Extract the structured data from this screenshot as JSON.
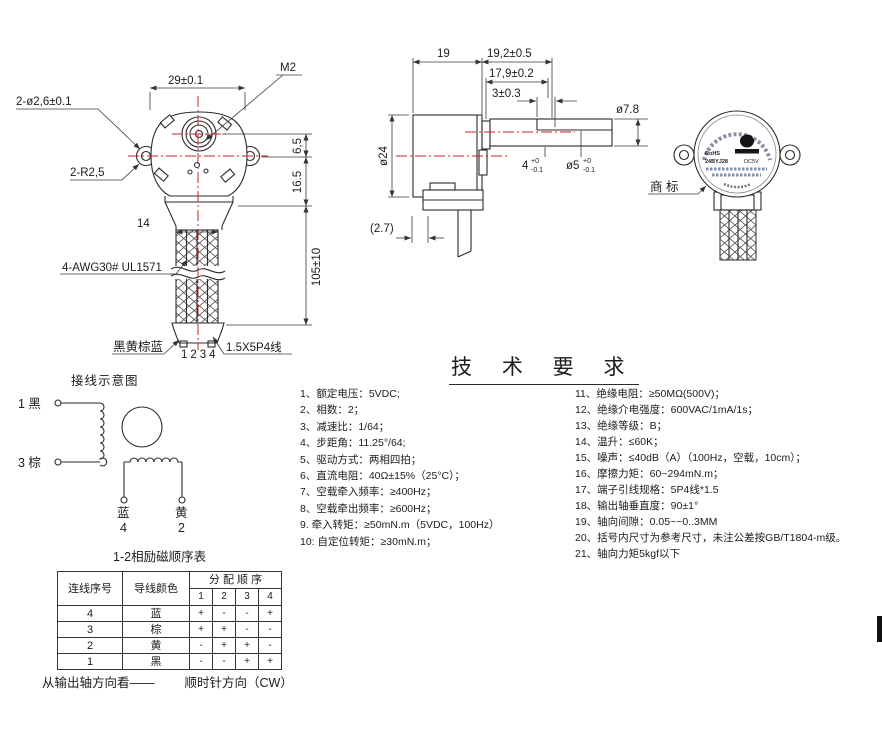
{
  "front_view": {
    "dim_body_width": "29±0.1",
    "screw": "M2",
    "holes": "2-ø2,6±0.1",
    "fillet": "2-R2,5",
    "dim_shaft_offset": "6,5",
    "dim_body_half": "16.5",
    "dim_wire_length": "105±10",
    "dim_wire_span": "14",
    "wire_spec": "4-AWG30# UL1571",
    "wire_colors": "黑黄棕蓝",
    "pin_numbers": "1234",
    "connector_spec": "1.5X5P4线"
  },
  "side_view": {
    "dim_body_depth": "19",
    "dim_shaft_total": "19,2±0.5",
    "dim_shaft_len": "17,9±0.2",
    "dim_flat_len": "3±0.3",
    "dim_bushing_dia": "ø7.8",
    "dim_body_dia": "ø24",
    "dim_ref": "(2.7)",
    "dim_flat": "4",
    "dim_flat_tol_up": "+0",
    "dim_flat_tol_dn": "-0.1",
    "dim_shaft_dia": "ø5",
    "dim_shaft_tol_up": "+0",
    "dim_shaft_tol_dn": "-0.1"
  },
  "photo_view": {
    "trademark_label": "商 标",
    "rohs": "RoHS",
    "model": "24BYJ28",
    "voltage": "DC5V"
  },
  "wiring": {
    "title": "接线示意图",
    "t1": "1  黑",
    "t3": "3  棕",
    "t4_color": "蓝",
    "t4": "4",
    "t2_color": "黄",
    "t2": "2"
  },
  "tech": {
    "title": "技 术 要 求",
    "left_items": [
      "1、额定电压：5VDC;",
      "2、相数：2；",
      "3、减速比：1/64；",
      "4、步距角：11.25°/64;",
      "5、驱动方式：两相四拍；",
      "6、直流电阻：40Ω±15%（25°C）；",
      "7、空载牵入频率：≥400Hz；",
      "8、空载牵出频率：≥600Hz；",
      "9. 牵入转矩：≥50mN.m（5VDC，100Hz）",
      "10: 自定位转矩：≥30mN.m；"
    ],
    "right_items": [
      "11、绝缘电阻：≥50MΩ(500V)；",
      "12、绝缘介电强度：600VAC/1mA/1s；",
      "13、绝缘等级：B；",
      "14、温升：≤60K；",
      "15、噪声：≤40dB（A）（100Hz，空载，10cm）；",
      "16、摩擦力矩：60~294mN.m；",
      "17、端子引线规格：5P4线*1.5",
      "18、输出轴垂直度：90±1°",
      "19、轴向间隙：0.05~~0..3MM",
      "20、括号内尺寸为参考尺寸，未注公差按GB/T1804-m级。",
      "21、轴向力矩5kgf以下"
    ]
  },
  "seq_table": {
    "title": "1-2相励磁顺序表",
    "col_no": "连线序号",
    "col_color": "导线颜色",
    "col_seq": "分 配 顺 序",
    "steps": [
      "1",
      "2",
      "3",
      "4"
    ],
    "rows": [
      {
        "no": "4",
        "color": "蓝",
        "s": [
          "+",
          "-",
          "-",
          "+"
        ]
      },
      {
        "no": "3",
        "color": "棕",
        "s": [
          "+",
          "+",
          "-",
          "-"
        ]
      },
      {
        "no": "2",
        "color": "黄",
        "s": [
          "-",
          "+",
          "+",
          "-"
        ]
      },
      {
        "no": "1",
        "color": "黑",
        "s": [
          "-",
          "-",
          "+",
          "+"
        ]
      }
    ],
    "footer_view": "从输出轴方向看——",
    "footer_dir": "顺时针方向（CW）"
  }
}
